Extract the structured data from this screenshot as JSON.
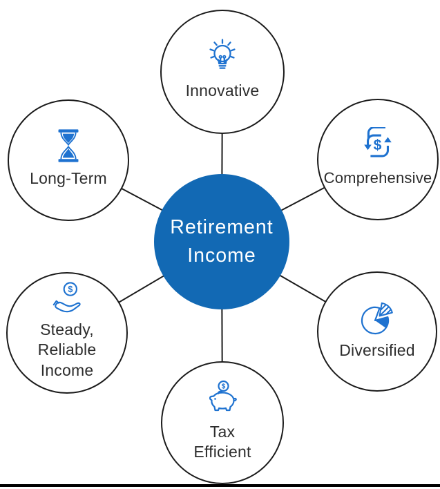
{
  "diagram": {
    "hub": {
      "lines": [
        "Retirement",
        "Income"
      ],
      "fill_color": "#1269B4",
      "text_color": "#FFFFFF"
    },
    "nodes": [
      {
        "id": "innovative",
        "label": "Innovative",
        "lines": [
          "Innovative"
        ],
        "icon": "lightbulb-idea-icon"
      },
      {
        "id": "comprehensive",
        "label": "Comprehensive",
        "lines": [
          "Comprehensive"
        ],
        "icon": "dollar-cycle-icon"
      },
      {
        "id": "diversified",
        "label": "Diversified",
        "lines": [
          "Diversified"
        ],
        "icon": "pie-chart-icon"
      },
      {
        "id": "tax-efficient",
        "label": "Tax Efficient",
        "lines": [
          "Tax",
          "Efficient"
        ],
        "icon": "piggy-bank-coin-icon"
      },
      {
        "id": "steady-reliable-income",
        "label": "Steady, Reliable Income",
        "lines": [
          "Steady,",
          "Reliable",
          "Income"
        ],
        "icon": "hand-coin-icon"
      },
      {
        "id": "long-term",
        "label": "Long-Term",
        "lines": [
          "Long-Term"
        ],
        "icon": "hourglass-icon"
      }
    ],
    "colors": {
      "icon_blue": "#1E72D0",
      "hub_blue": "#1269B4",
      "circle_outline": "#1B1B1B",
      "label_text": "#2D2D2D",
      "bottom_bar": "#000000"
    }
  }
}
